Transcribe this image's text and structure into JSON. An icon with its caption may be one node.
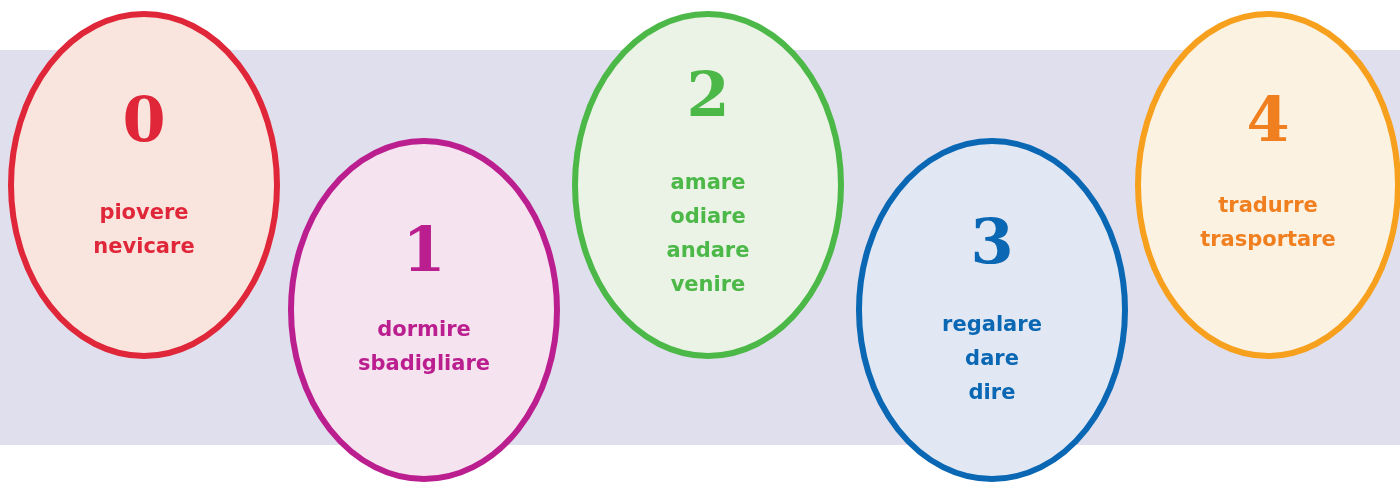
{
  "diagram": {
    "nodes": [
      {
        "text": [
          "0",
          "piovere nevicare"
        ]
      },
      {
        "text": [
          "1",
          "dormire sbadigliare"
        ]
      },
      {
        "text": [
          "2",
          "amare odiare andare venire"
        ]
      },
      {
        "text": [
          "3",
          "regalare dare dire"
        ]
      },
      {
        "text": [
          "4",
          "tradurre trasportare"
        ]
      }
    ]
  }
}
